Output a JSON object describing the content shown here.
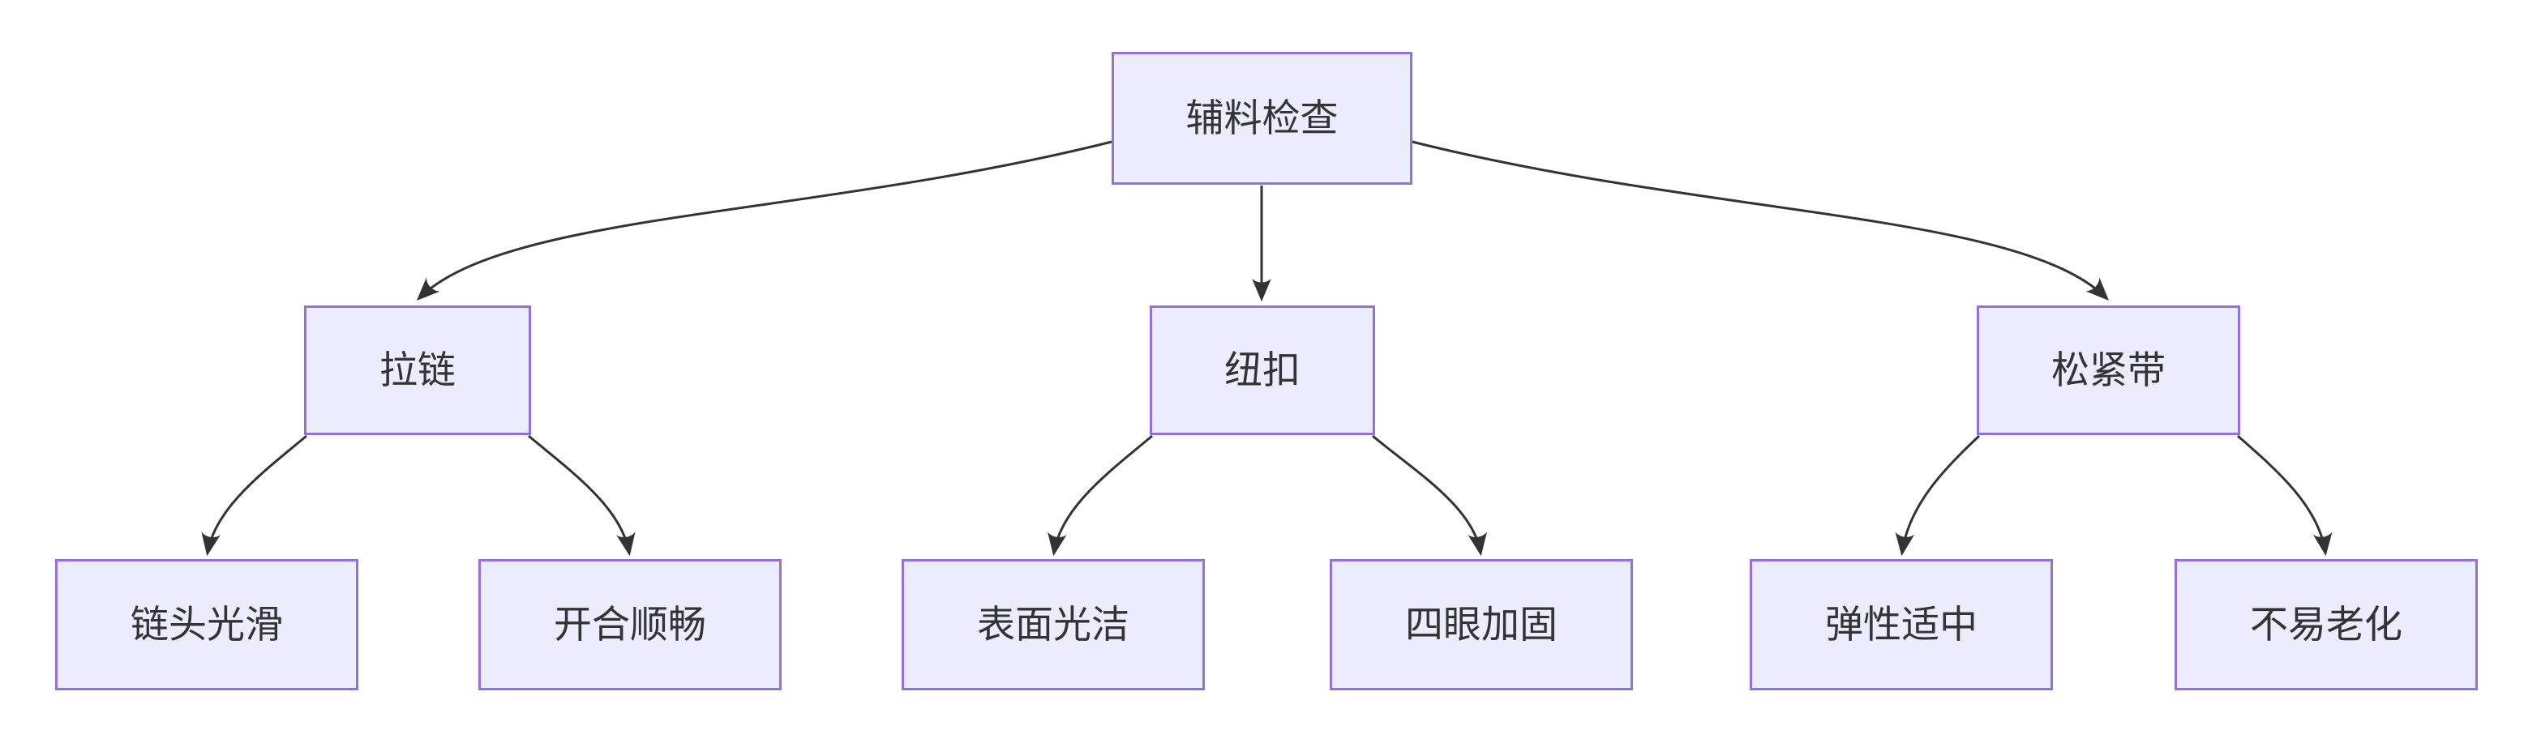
{
  "diagram": {
    "type": "flowchart-top-down",
    "colors": {
      "node_fill": "#ECECFF",
      "node_border": "#9370DB",
      "edge": "#333333",
      "text": "#333333",
      "background": "#FFFFFF"
    },
    "nodes": {
      "root": {
        "label": "辅料检查"
      },
      "zipper": {
        "label": "拉链"
      },
      "button": {
        "label": "纽扣"
      },
      "elastic": {
        "label": "松紧带"
      },
      "leaf1": {
        "label": "链头光滑"
      },
      "leaf2": {
        "label": "开合顺畅"
      },
      "leaf3": {
        "label": "表面光洁"
      },
      "leaf4": {
        "label": "四眼加固"
      },
      "leaf5": {
        "label": "弹性适中"
      },
      "leaf6": {
        "label": "不易老化"
      }
    },
    "edges": [
      {
        "from": "辅料检查",
        "to": "拉链"
      },
      {
        "from": "辅料检查",
        "to": "纽扣"
      },
      {
        "from": "辅料检查",
        "to": "松紧带"
      },
      {
        "from": "拉链",
        "to": "链头光滑"
      },
      {
        "from": "拉链",
        "to": "开合顺畅"
      },
      {
        "from": "纽扣",
        "to": "表面光洁"
      },
      {
        "from": "纽扣",
        "to": "四眼加固"
      },
      {
        "from": "松紧带",
        "to": "弹性适中"
      },
      {
        "from": "松紧带",
        "to": "不易老化"
      }
    ]
  }
}
